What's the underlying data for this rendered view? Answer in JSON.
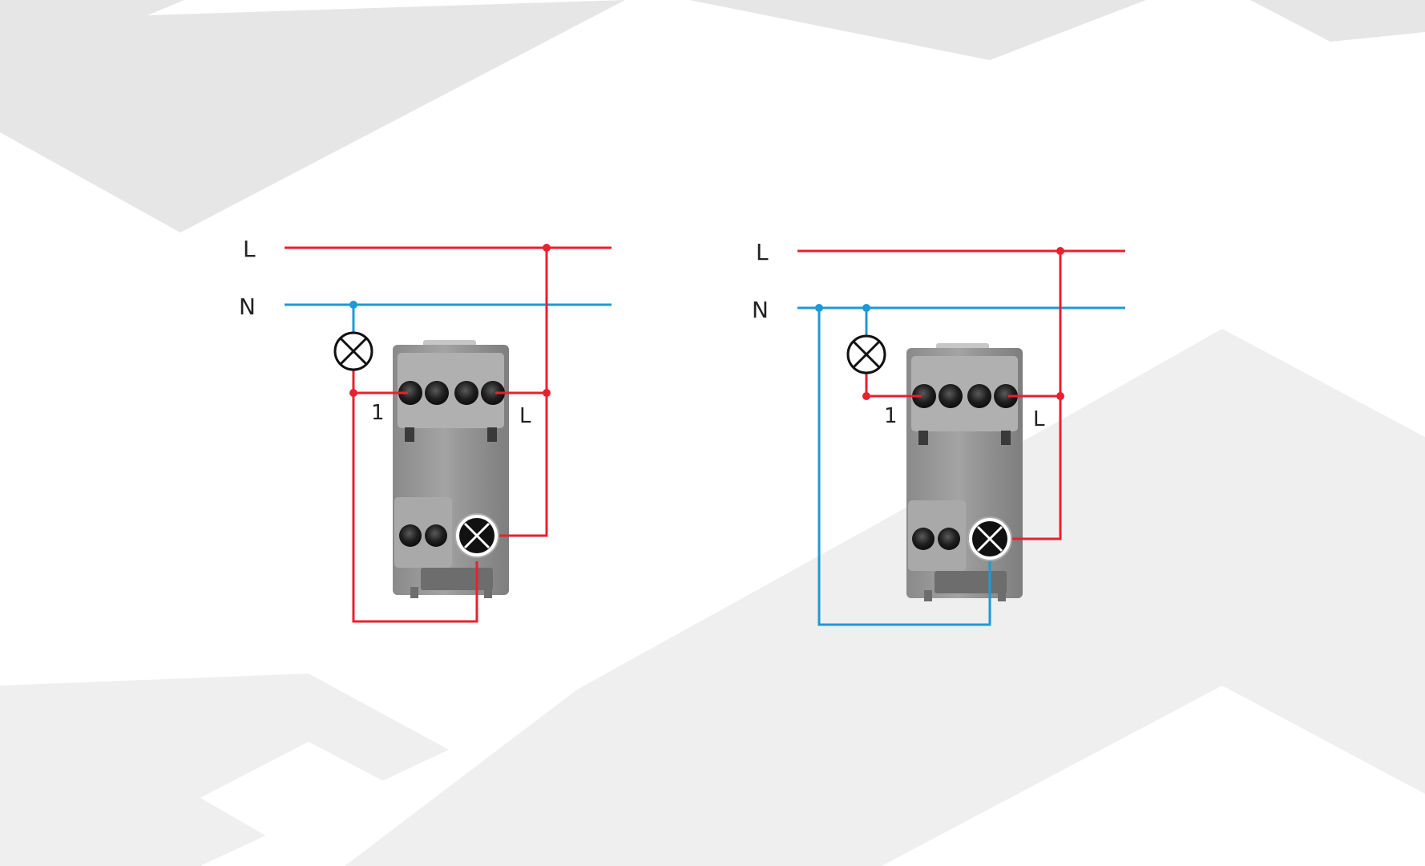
{
  "colors": {
    "live": "#e8202f",
    "neutral": "#1d9ad6",
    "background": "#ffffff",
    "background_shape": "#e6e6e6",
    "device_body": "#8f8f8f",
    "device_light": "#b9b9b9",
    "label": "#222222"
  },
  "diagrams": [
    {
      "line_label": "L",
      "neutral_label": "N",
      "terminal_1_label": "1",
      "terminal_L_label": "L",
      "lamp_icon": "lamp-symbol-icon",
      "indicator_icon": "indicator-lamp-icon",
      "indicator_connected_to": "1"
    },
    {
      "line_label": "L",
      "neutral_label": "N",
      "terminal_1_label": "1",
      "terminal_L_label": "L",
      "lamp_icon": "lamp-symbol-icon",
      "indicator_icon": "indicator-lamp-icon",
      "indicator_connected_to": "N"
    }
  ]
}
